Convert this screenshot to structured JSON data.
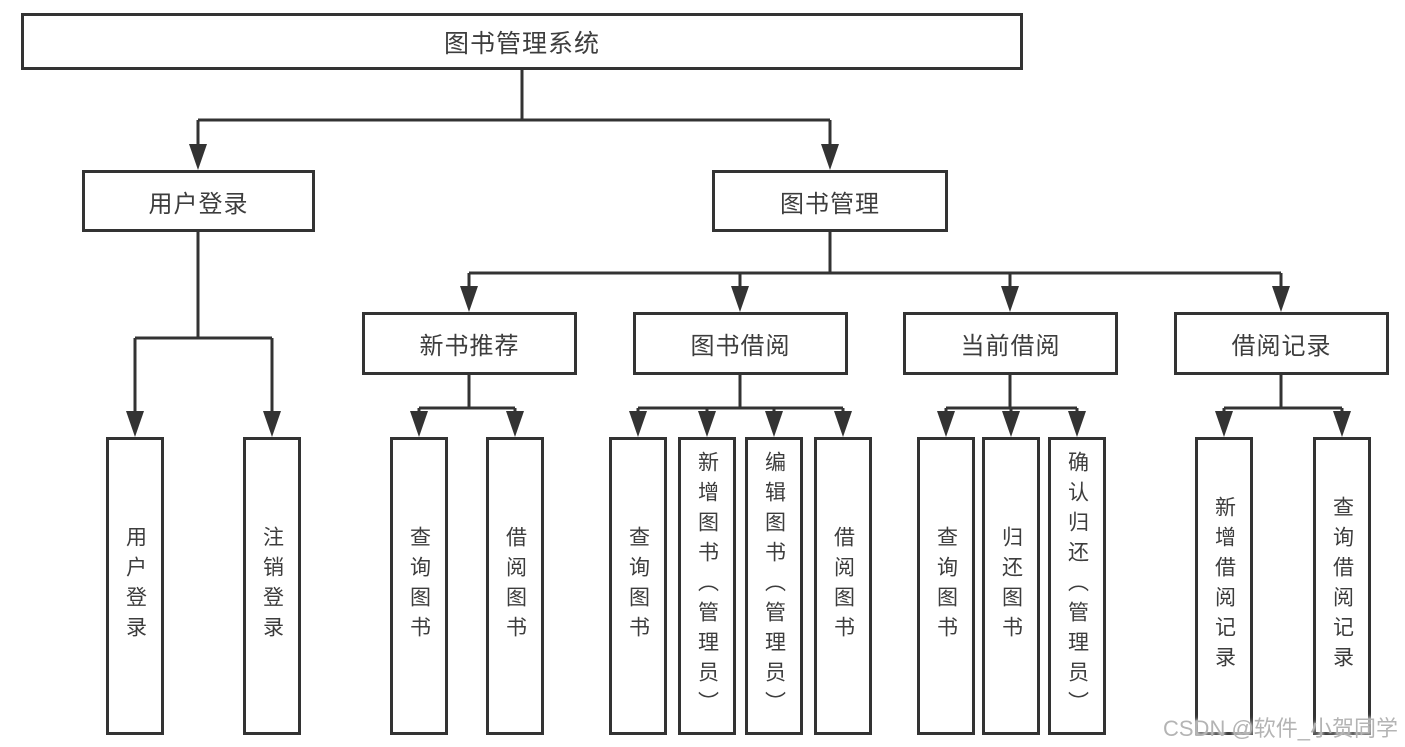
{
  "diagram": {
    "title": "图书管理系统",
    "root": {
      "label": "图书管理系统"
    },
    "branches": [
      {
        "label": "用户登录",
        "children": [
          {
            "label": "用户登录"
          },
          {
            "label": "注销登录"
          }
        ]
      },
      {
        "label": "图书管理",
        "children": [
          {
            "label": "新书推荐",
            "children": [
              {
                "label": "查询图书"
              },
              {
                "label": "借阅图书"
              }
            ]
          },
          {
            "label": "图书借阅",
            "children": [
              {
                "label": "查询图书"
              },
              {
                "label": "新增图书（管理员）"
              },
              {
                "label": "编辑图书（管理员）"
              },
              {
                "label": "借阅图书"
              }
            ]
          },
          {
            "label": "当前借阅",
            "children": [
              {
                "label": "查询图书"
              },
              {
                "label": "归还图书"
              },
              {
                "label": "确认归还（管理员）"
              }
            ]
          },
          {
            "label": "借阅记录",
            "children": [
              {
                "label": "新增借阅记录"
              },
              {
                "label": "查询借阅记录"
              }
            ]
          }
        ]
      }
    ]
  },
  "watermark": {
    "text": "CSDN @软件_小贺同学",
    "color": "#b4b4b4"
  },
  "colors": {
    "line": "#333333",
    "text": "#3d3d3d",
    "background": "#ffffff",
    "box_fill": "#ffffff"
  }
}
